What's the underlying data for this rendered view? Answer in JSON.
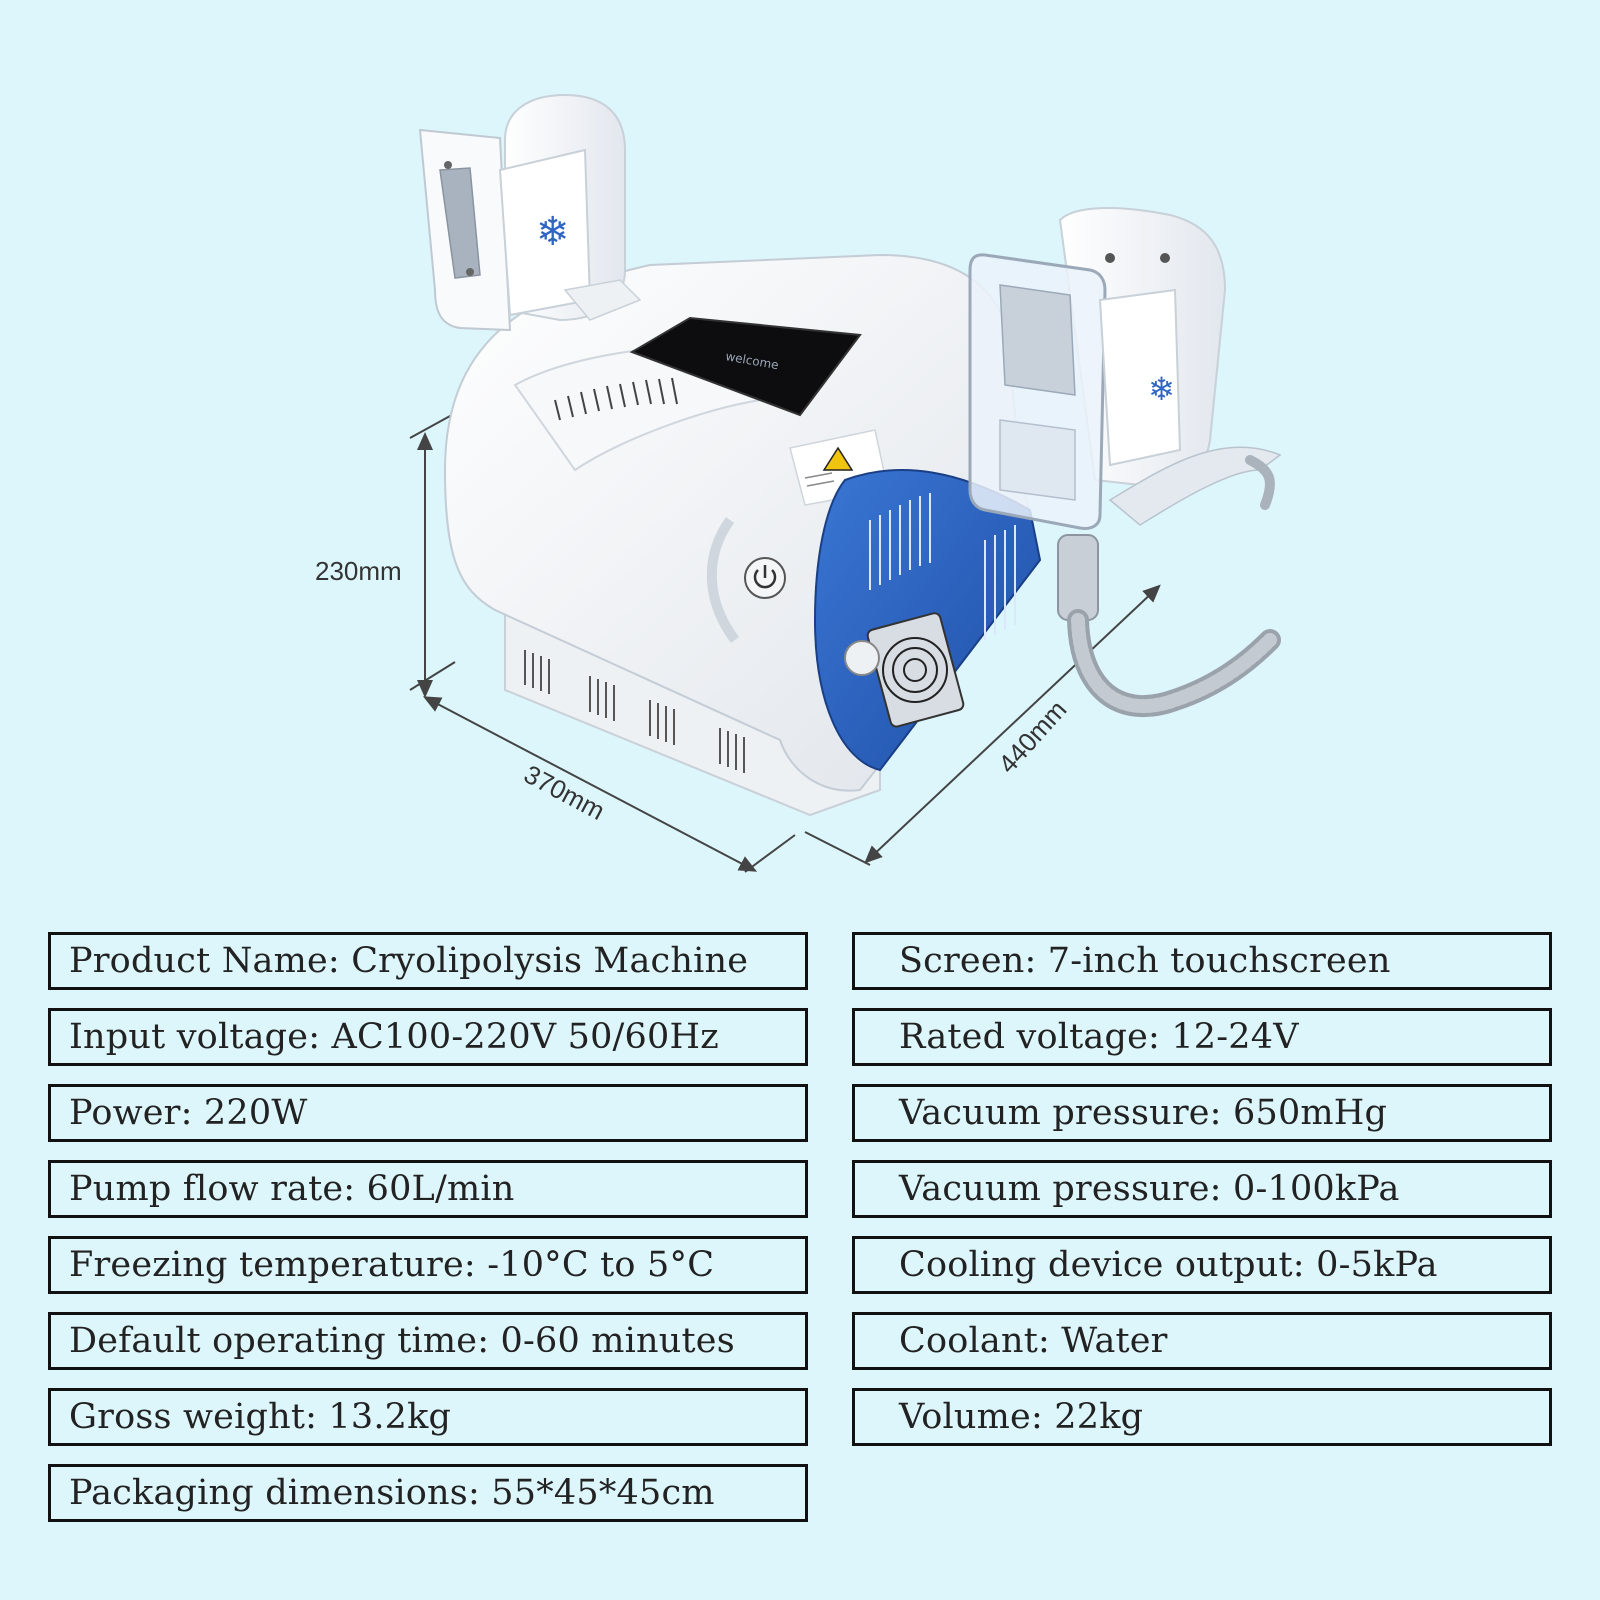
{
  "dimensions": {
    "height": "230mm",
    "width": "370mm",
    "depth": "440mm"
  },
  "device": {
    "screen_text": "welcome",
    "warning_icon": "warning-triangle-icon",
    "power_icon": "power-icon",
    "snowflake_icon": "snowflake-icon",
    "body_color": "#f4f6f8",
    "panel_color": "#2f66c4"
  },
  "specs_left": [
    {
      "text": "Product Name: Cryolipolysis Machine"
    },
    {
      "text": "Input voltage: AC100-220V 50/60Hz"
    },
    {
      "text": "Power: 220W"
    },
    {
      "text": "Pump flow rate: 60L/min"
    },
    {
      "text": "Freezing temperature: -10°C to 5°C"
    },
    {
      "text": "Default operating time: 0-60 minutes"
    },
    {
      "text": "Gross weight: 13.2kg"
    },
    {
      "text": "Packaging dimensions: 55*45*45cm"
    }
  ],
  "specs_right": [
    {
      "text": "Screen: 7-inch touchscreen"
    },
    {
      "text": "Rated voltage: 12-24V"
    },
    {
      "text": "Vacuum pressure: 650mHg"
    },
    {
      "text": "Vacuum pressure: 0-100kPa"
    },
    {
      "text": "Cooling device output: 0-5kPa"
    },
    {
      "text": "Coolant: Water"
    },
    {
      "text": "Volume: 22kg"
    }
  ]
}
